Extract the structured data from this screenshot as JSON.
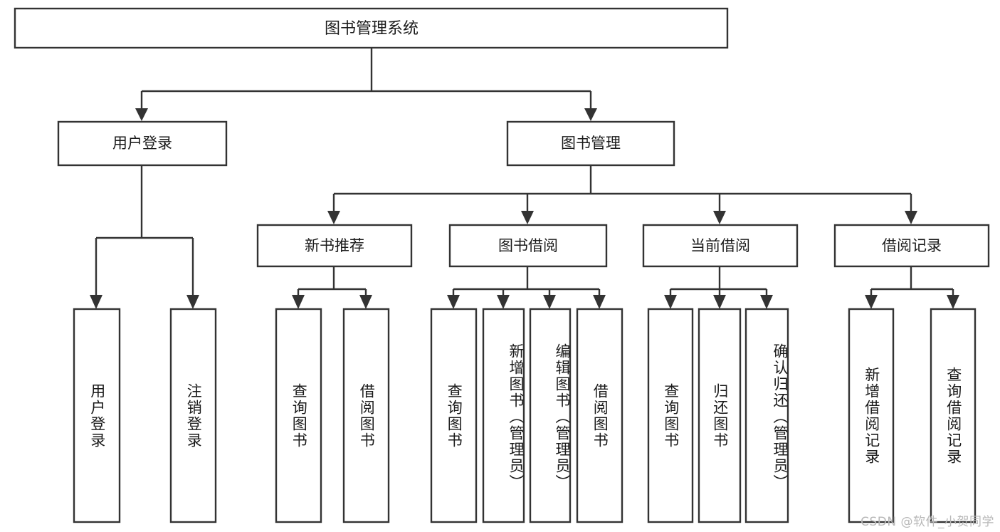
{
  "diagram": {
    "type": "tree",
    "title": "图书管理系统",
    "watermark": "CSDN @软件_小贺同学",
    "nodes": {
      "root": {
        "label": "图书管理系统"
      },
      "level2": [
        {
          "id": "user-login",
          "label": "用户登录"
        },
        {
          "id": "book-manage",
          "label": "图书管理"
        }
      ],
      "level3": [
        {
          "id": "new-book-rec",
          "label": "新书推荐",
          "parent": "book-manage"
        },
        {
          "id": "book-borrow",
          "label": "图书借阅",
          "parent": "book-manage"
        },
        {
          "id": "current-borrow",
          "label": "当前借阅",
          "parent": "book-manage"
        },
        {
          "id": "borrow-record",
          "label": "借阅记录",
          "parent": "book-manage"
        }
      ],
      "leaves": [
        {
          "id": "leaf-user-login",
          "label": "用户登录",
          "parent": "user-login"
        },
        {
          "id": "leaf-logout",
          "label": "注销登录",
          "parent": "user-login"
        },
        {
          "id": "leaf-query-book-1",
          "label": "查询图书",
          "parent": "new-book-rec"
        },
        {
          "id": "leaf-borrow-book-1",
          "label": "借阅图书",
          "parent": "new-book-rec"
        },
        {
          "id": "leaf-query-book-2",
          "label": "查询图书",
          "parent": "book-borrow"
        },
        {
          "id": "leaf-add-book",
          "label": "新增图书（管理员）",
          "parent": "book-borrow"
        },
        {
          "id": "leaf-edit-book",
          "label": "编辑图书（管理员）",
          "parent": "book-borrow"
        },
        {
          "id": "leaf-borrow-book-2",
          "label": "借阅图书",
          "parent": "book-borrow"
        },
        {
          "id": "leaf-query-book-3",
          "label": "查询图书",
          "parent": "current-borrow"
        },
        {
          "id": "leaf-return-book",
          "label": "归还图书",
          "parent": "current-borrow"
        },
        {
          "id": "leaf-confirm-return",
          "label": "确认归还（管理员）",
          "parent": "current-borrow"
        },
        {
          "id": "leaf-add-record",
          "label": "新增借阅记录",
          "parent": "borrow-record"
        },
        {
          "id": "leaf-query-record",
          "label": "查询借阅记录",
          "parent": "borrow-record"
        }
      ]
    },
    "colors": {
      "stroke": "#333333",
      "fill": "#ffffff",
      "text": "#1a1a1a",
      "watermark": "#b8b8b8"
    }
  }
}
